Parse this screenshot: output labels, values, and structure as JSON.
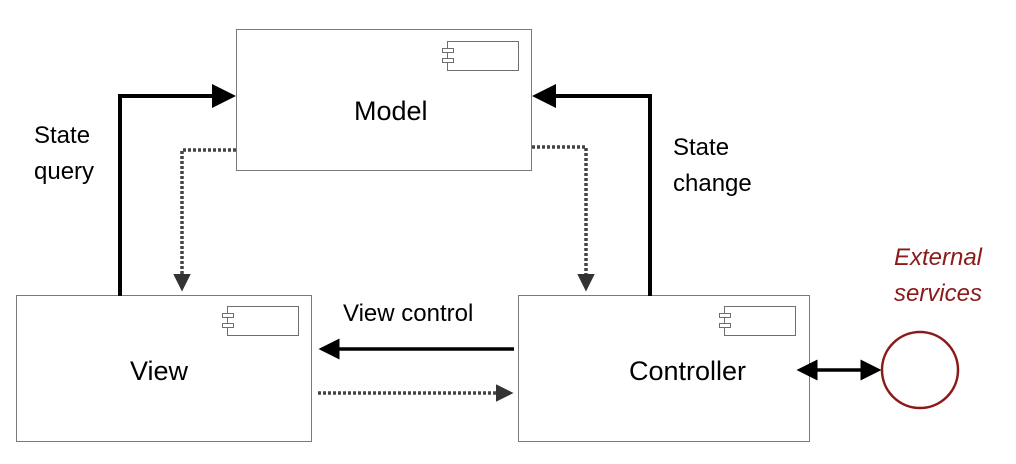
{
  "diagram": {
    "nodes": {
      "model": {
        "label": "Model"
      },
      "view": {
        "label": "View"
      },
      "controller": {
        "label": "Controller"
      }
    },
    "edges": {
      "state_query": {
        "line1": "State",
        "line2": "query"
      },
      "state_change": {
        "line1": "State",
        "line2": "change"
      },
      "view_control": {
        "label": "View control"
      }
    },
    "external": {
      "line1": "External",
      "line2": "services"
    },
    "colors": {
      "external": "#8b1a1a",
      "box_border": "#7a7a7a",
      "arrow": "#000000",
      "dashed_arrow": "#444444"
    },
    "icons": {
      "component": "component-icon"
    }
  }
}
